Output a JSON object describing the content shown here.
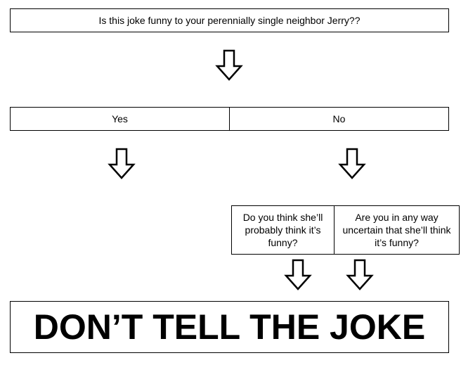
{
  "flowchart": {
    "question_top": "Is this joke funny to your perennially single neighbor Jerry??",
    "yes_label": "Yes",
    "no_label": "No",
    "question_left": "Do you think she’ll probably think it’s funny?",
    "question_right": "Are you in any way uncertain that she’ll think it’s funny?",
    "final_label": "DON’T TELL THE JOKE"
  },
  "icons": {
    "arrow": "down-arrow-icon"
  },
  "colors": {
    "stroke": "#000000",
    "background": "#ffffff"
  }
}
